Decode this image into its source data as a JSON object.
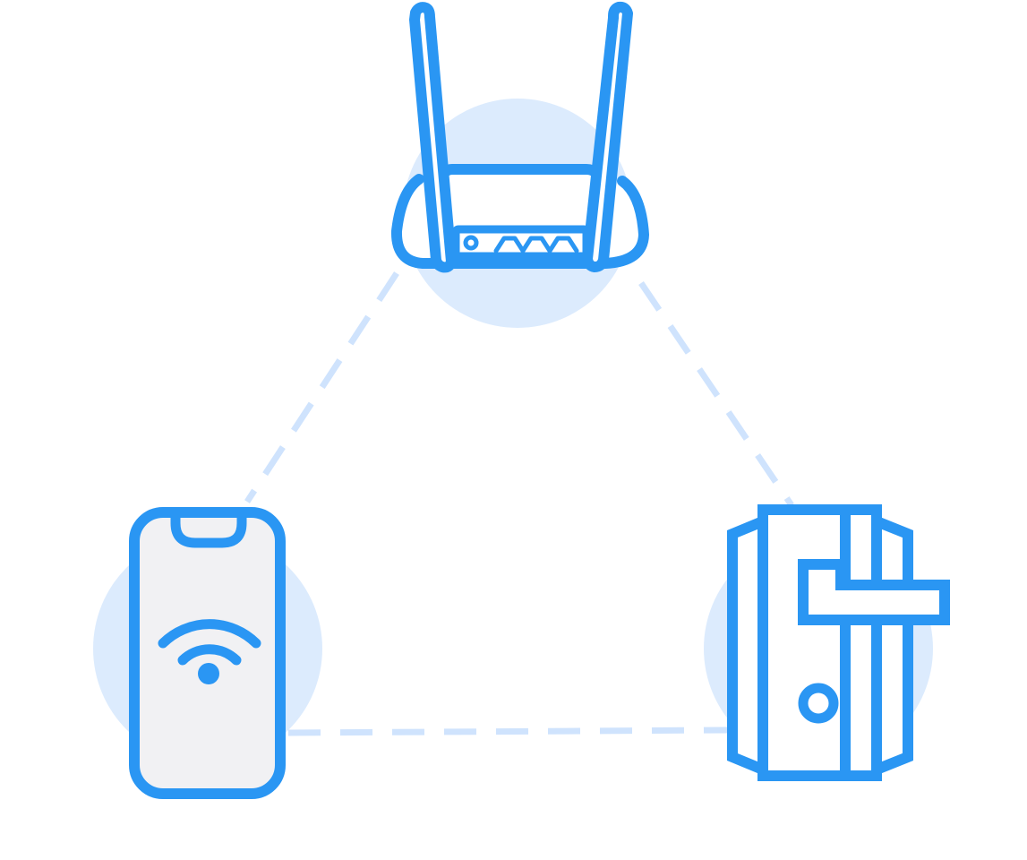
{
  "colors": {
    "background": "#ffffff",
    "accent": "#2a96f3",
    "halo": "#dcebfd",
    "connector": "#cfe3fd",
    "phone_screen": "#f1f1f3"
  },
  "nodes": {
    "router": {
      "icon": "router-icon"
    },
    "phone": {
      "icon": "phone-wifi-icon"
    },
    "lock": {
      "icon": "door-lock-icon"
    }
  },
  "links": [
    {
      "from": "router",
      "to": "phone",
      "style": "dashed"
    },
    {
      "from": "router",
      "to": "lock",
      "style": "dashed"
    },
    {
      "from": "phone",
      "to": "lock",
      "style": "dashed"
    }
  ]
}
